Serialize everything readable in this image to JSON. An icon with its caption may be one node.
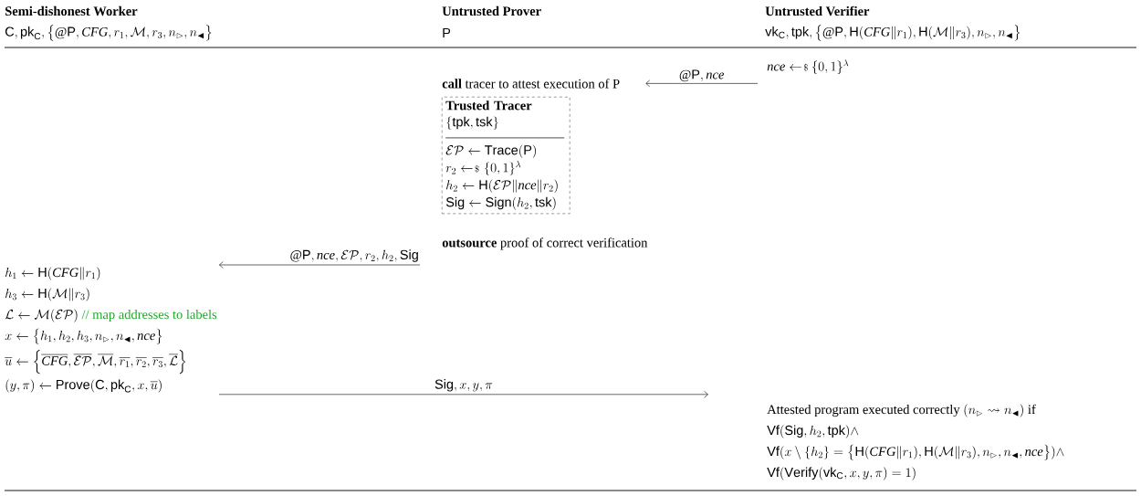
{
  "diagram": {
    "nodes": [
      {
        "text": [
          "\\mathit{nce} \\leftarrow\\mkern-3mu{\\scriptstyle\\$}\\ \\{0,1\\}^{\\lambda}"
        ]
      },
      {
        "text": [
          "**call** tracer to attest execution of P"
        ]
      },
      {
        "text": [
          "Trusted Tracer",
          "\\{\\mathsf{tpk}, \\mathsf{tsk}\\}",
          "\\mathcal{EP} \\leftarrow \\mathsf{Trace}(\\mathsf{P})",
          "r_2 \\leftarrow\\mkern-3mu{\\scriptstyle\\$}\\ \\{0,1\\}^{\\lambda}",
          "h_2 \\leftarrow \\mathsf{H}(\\mathcal{EP}\\|\\mathit{nce}\\|r_2)",
          "\\mathsf{Sig} \\leftarrow \\mathsf{Sign}(h_2, \\mathsf{tsk})"
        ]
      },
      {
        "text": [
          "**outsource** proof of correct verification"
        ]
      },
      {
        "text": [
          "h_1 \\leftarrow \\mathsf{H}(\\mathit{CFG}\\|r_1)",
          "h_3 \\leftarrow \\mathsf{H}(\\mathcal{M}\\|r_3)",
          "\\mathcal{L} \\leftarrow \\mathcal{M}(\\mathcal{EP})",
          "// map addresses to labels",
          "x \\leftarrow \\big\\{h_1, h_2, h_3, n_{\\rhd}, n_{\\blacktriangleleft}, \\mathit{nce}\\big\\}",
          "\\overline{u} \\leftarrow \\Big\\{\\overline{\\mathit{CFG}}, \\overline{\\mathcal{EP}}, \\overline{\\mathcal{M}}, \\overline{r_1}, \\overline{r_2}, \\overline{r_3}, \\overline{\\mathcal{L}}\\Big\\}",
          "(y, \\pi) \\leftarrow \\mathsf{Prove}(\\mathsf{C}, \\mathsf{pk}_{\\mathsf{C}}, x, \\overline{u})"
        ]
      },
      {
        "text": [
          "\\text{Attested program executed correctly } (n_{\\rhd} \\rightsquigarrow n_{\\blacktriangleleft}) \\text{ if}",
          "\\mathsf{Vf}(\\mathsf{Sig}, h_2, \\mathsf{tpk}) \\wedge",
          "\\mathsf{Vf}(x \\setminus \\{h_2\\} = \\big\\{\\mathsf{H}(\\mathit{CFG}\\|r_1), \\mathsf{H}(\\mathcal{M}\\|r_3), n_{\\rhd}, n_{\\blacktriangleleft}, \\mathit{nce}\\big\\}) \\wedge",
          "\\mathsf{Vf}(\\mathsf{Verify}(\\mathsf{vk}_{\\mathsf{C}}, x, y, \\pi) = 1)"
        ]
      }
    ],
    "edges": [
      {
        "from": 0,
        "to": 1,
        "arrow": "to",
        "label": "@\\mathsf{P}, \\mathit{nce}"
      },
      {
        "from": 3,
        "to": 4,
        "arrow": "to",
        "label": "@\\mathsf{P}, \\mathit{nce}, \\mathcal{EP}, r_2, h_2, \\mathsf{Sig}"
      },
      {
        "from": 4,
        "to": 5,
        "arrow": "to",
        "label": "\\mathsf{Sig}, x, y, \\pi"
      }
    ],
    "labels": [
      "Semi-dishonest Worker",
      "Untrusted Prover",
      "Untrusted Verifier",
      "\\mathsf{C}, \\mathsf{pk}_{\\mathsf{C}}, \\big\\{@\\mathsf{P}, \\mathit{CFG}, r_1, \\mathcal{M}, r_3, n_{\\rhd}, n_{\\blacktriangleleft}\\big\\}",
      "\\mathsf{P}",
      "\\mathsf{vk}_{\\mathsf{C}}, \\mathsf{tpk}, \\big\\{@\\mathsf{P}, \\mathsf{H}(\\mathit{CFG}\\|r_1), \\mathsf{H}(\\mathcal{M}\\|r_3), n_{\\rhd}, n_{\\blacktriangleleft}\\big\\}"
    ]
  }
}
